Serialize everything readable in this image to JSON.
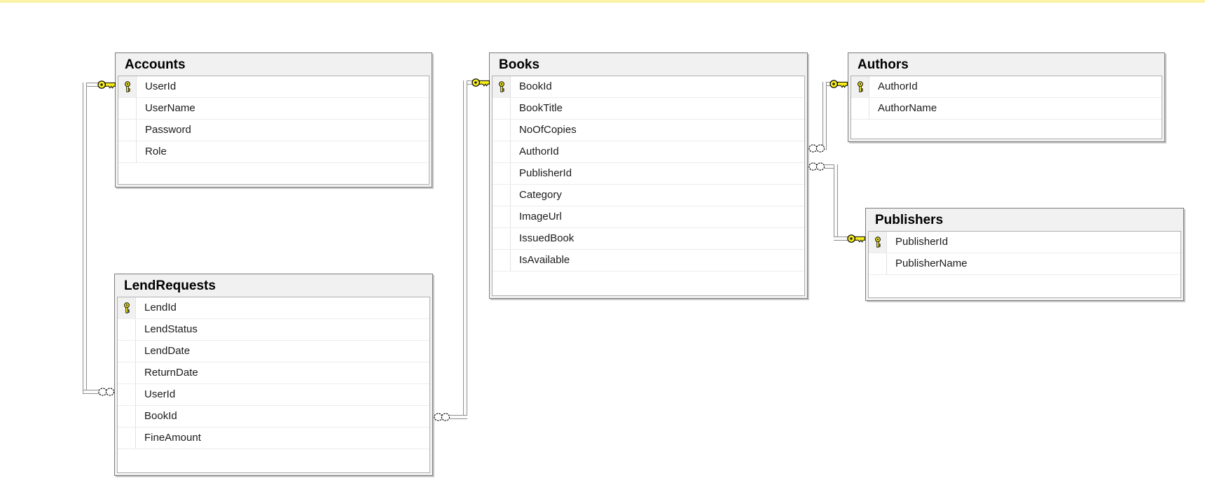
{
  "topbar": {
    "band_color": "#faf2a6"
  },
  "diagram": {
    "tables": [
      {
        "title": "Accounts",
        "columns": [
          {
            "name": "UserId",
            "pk": true
          },
          {
            "name": "UserName",
            "pk": false
          },
          {
            "name": "Password",
            "pk": false
          },
          {
            "name": "Role",
            "pk": false
          }
        ]
      },
      {
        "title": "LendRequests",
        "columns": [
          {
            "name": "LendId",
            "pk": true
          },
          {
            "name": "LendStatus",
            "pk": false
          },
          {
            "name": "LendDate",
            "pk": false
          },
          {
            "name": "ReturnDate",
            "pk": false
          },
          {
            "name": "UserId",
            "pk": false
          },
          {
            "name": "BookId",
            "pk": false
          },
          {
            "name": "FineAmount",
            "pk": false
          }
        ]
      },
      {
        "title": "Books",
        "columns": [
          {
            "name": "BookId",
            "pk": true
          },
          {
            "name": "BookTitle",
            "pk": false
          },
          {
            "name": "NoOfCopies",
            "pk": false
          },
          {
            "name": "AuthorId",
            "pk": false
          },
          {
            "name": "PublisherId",
            "pk": false
          },
          {
            "name": "Category",
            "pk": false
          },
          {
            "name": "ImageUrl",
            "pk": false
          },
          {
            "name": "IssuedBook",
            "pk": false
          },
          {
            "name": "IsAvailable",
            "pk": false
          }
        ]
      },
      {
        "title": "Authors",
        "columns": [
          {
            "name": "AuthorId",
            "pk": true
          },
          {
            "name": "AuthorName",
            "pk": false
          }
        ]
      },
      {
        "title": "Publishers",
        "columns": [
          {
            "name": "PublisherId",
            "pk": true
          },
          {
            "name": "PublisherName",
            "pk": false
          }
        ]
      }
    ],
    "relationships": [
      {
        "one_table": "Accounts",
        "one_column": "UserId",
        "many_table": "LendRequests",
        "many_column": "UserId",
        "cardinality": "one-to-many"
      },
      {
        "one_table": "Books",
        "one_column": "BookId",
        "many_table": "LendRequests",
        "many_column": "BookId",
        "cardinality": "one-to-many"
      },
      {
        "one_table": "Authors",
        "one_column": "AuthorId",
        "many_table": "Books",
        "many_column": "AuthorId",
        "cardinality": "one-to-many"
      },
      {
        "one_table": "Publishers",
        "one_column": "PublisherId",
        "many_table": "Books",
        "many_column": "PublisherId",
        "cardinality": "one-to-many"
      }
    ],
    "colors": {
      "key_yellow": "#f6ec1f",
      "connector_gray": "#8f8f8f",
      "top_band": "#faf2a6",
      "header_gray": "#f1f1f1"
    }
  }
}
